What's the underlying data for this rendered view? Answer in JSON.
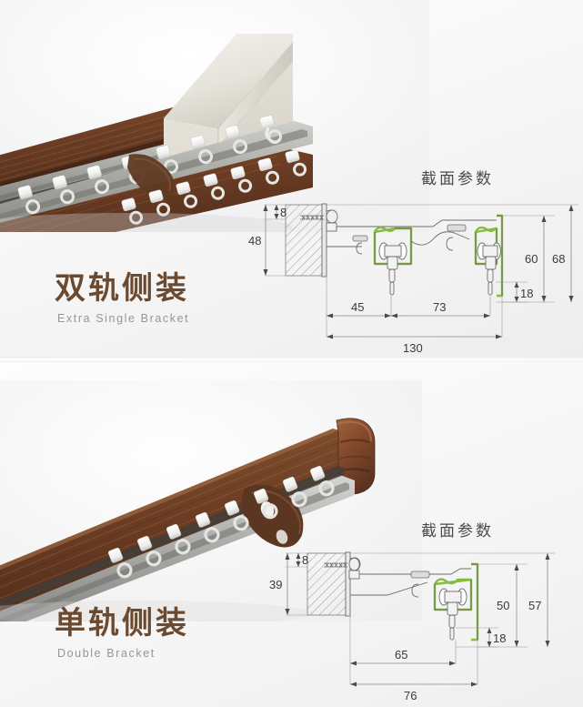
{
  "page": {
    "background_color": "#f7f7f7",
    "accent_green": "#86bb3c",
    "title_brown": "#6b4a2f",
    "subtitle_gray": "#9c9490",
    "dimension_text_color": "#3a3a3a"
  },
  "sections": [
    {
      "id": "double-track-side-mount",
      "title_cn": "双轨侧装",
      "title_en": "Extra Single Bracket",
      "drawing_title": "截面参数",
      "photo_alt": "double-rail curtain track with walnut wood valance and white end cap",
      "dimensions": {
        "wall_offset_top": "8",
        "wall_height": "48",
        "first_rail_offset": "45",
        "rail_spacing": "73",
        "total_width": "130",
        "inner_height": "60",
        "total_height": "68",
        "glider_drop": "18"
      },
      "dimension_list": [
        "8",
        "48",
        "45",
        "73",
        "130",
        "60",
        "68",
        "18"
      ]
    },
    {
      "id": "single-track-side-mount",
      "title_cn": "单轨侧装",
      "title_en": "Double Bracket",
      "drawing_title": "截面参数",
      "photo_alt": "single-rail curtain track with walnut wood cover, rounded end cap and brown bracket",
      "dimensions": {
        "wall_offset_top": "8",
        "wall_height": "39",
        "rail_offset": "65",
        "total_width": "76",
        "inner_height": "50",
        "total_height": "57",
        "glider_drop": "18"
      },
      "dimension_list": [
        "8",
        "39",
        "65",
        "76",
        "50",
        "57",
        "18"
      ]
    }
  ]
}
